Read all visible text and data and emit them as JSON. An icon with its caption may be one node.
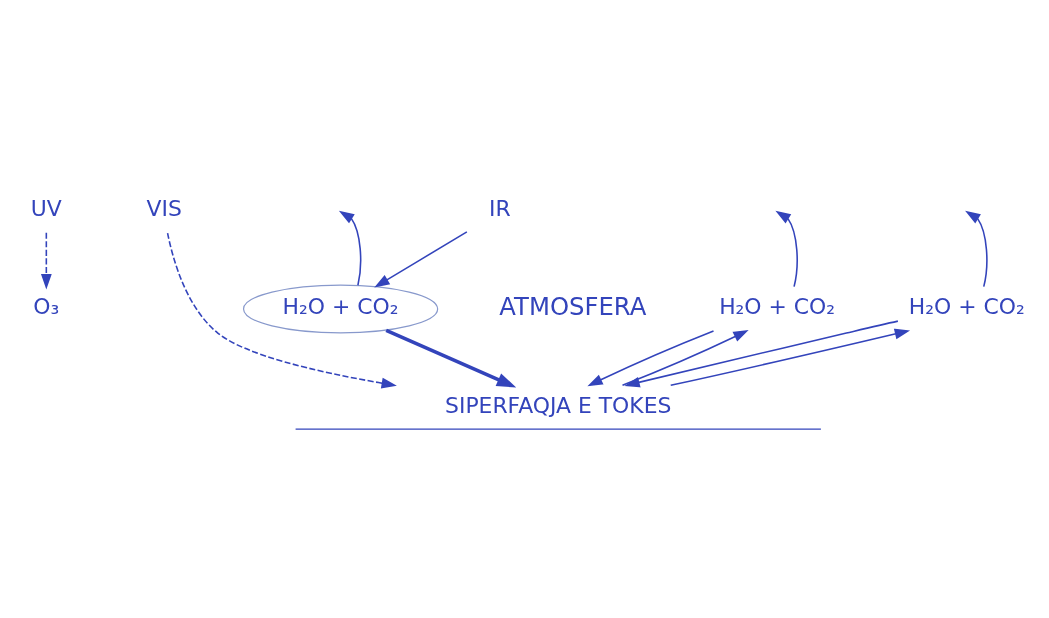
{
  "diagram": {
    "nodes": [
      {
        "text": [
          "UV"
        ]
      },
      {
        "text": [
          "O₃"
        ]
      },
      {
        "text": [
          "VIS"
        ]
      },
      {
        "text": [
          "IR"
        ]
      },
      {
        "text": [
          "H₂O + CO₂"
        ]
      },
      {
        "text": [
          "H₂O + CO₂"
        ]
      },
      {
        "text": [
          "H₂O + CO₂"
        ]
      },
      {
        "text": [
          "SIPERFAQJA E TOKES"
        ]
      }
    ],
    "edges": [
      {
        "from": 0,
        "to": 1,
        "arrow": "to",
        "style": "dashed"
      },
      {
        "from": 2,
        "to": 7,
        "arrow": "to",
        "style": "dashed"
      },
      {
        "from": 3,
        "to": 4,
        "arrow": "to"
      },
      {
        "from": 4,
        "to": null,
        "arrow": "to"
      },
      {
        "from": 4,
        "to": 7,
        "arrow": "to",
        "style": "thick"
      },
      {
        "from": 7,
        "to": 5,
        "arrow": "to"
      },
      {
        "from": 5,
        "to": null,
        "arrow": "to"
      },
      {
        "from": 5,
        "to": 7,
        "arrow": "to"
      },
      {
        "from": 7,
        "to": 6,
        "arrow": "to"
      },
      {
        "from": 6,
        "to": null,
        "arrow": "to"
      },
      {
        "from": 6,
        "to": 7,
        "arrow": "to"
      }
    ],
    "labels": [
      "ATMOSFERA"
    ]
  }
}
